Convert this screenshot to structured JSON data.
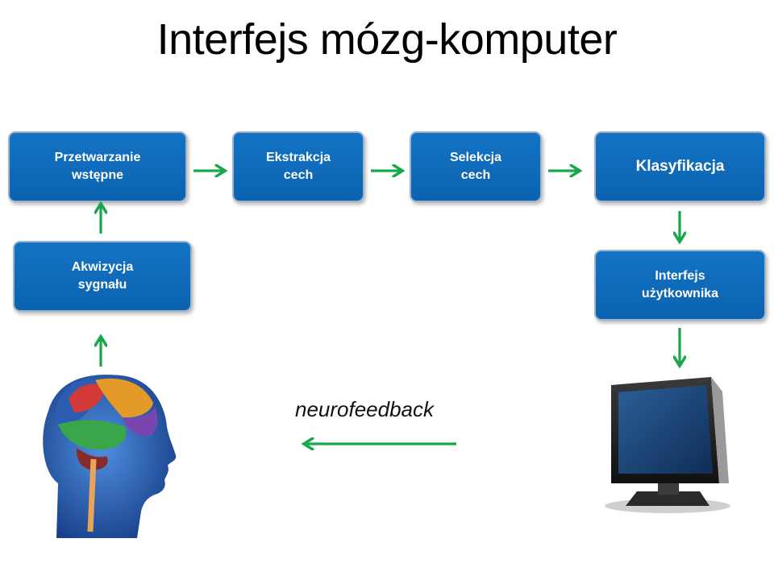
{
  "title": "Interfejs mózg-komputer",
  "blocks": {
    "preprocessing": "Przetwarzanie\nwstępne",
    "feature_extraction": "Ekstrakcja\ncech",
    "feature_selection": "Selekcja\ncech",
    "classification": "Klasyfikacja",
    "signal_acquisition": "Akwizycja\nsygnału",
    "user_interface": "Interfejs\nużytkownika"
  },
  "feedback_label": "neurofeedback",
  "colors": {
    "box_fill": "#0b68b8",
    "box_border": "#9fb4c8",
    "arrow": "#1aa64a"
  },
  "images": {
    "head": "brain-head-illustration",
    "monitor": "computer-monitor-illustration"
  }
}
